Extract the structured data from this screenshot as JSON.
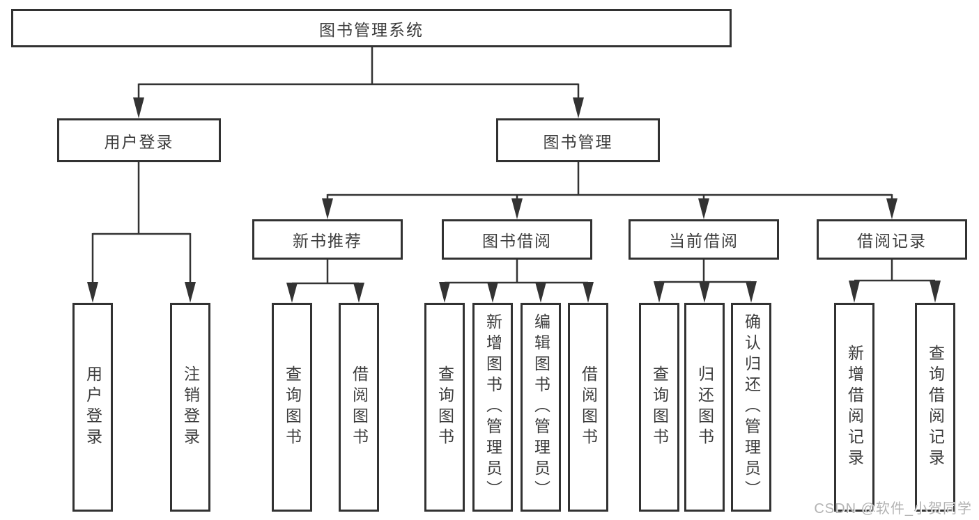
{
  "diagram": {
    "type": "hierarchy",
    "root": {
      "label": "图书管理系统"
    },
    "level2": [
      {
        "label": "用户登录"
      },
      {
        "label": "图书管理"
      }
    ],
    "level3": [
      {
        "label": "新书推荐",
        "parent": "图书管理"
      },
      {
        "label": "图书借阅",
        "parent": "图书管理"
      },
      {
        "label": "当前借阅",
        "parent": "图书管理"
      },
      {
        "label": "借阅记录",
        "parent": "图书管理"
      }
    ],
    "leaves": [
      {
        "label": "用户登录",
        "parent": "用户登录"
      },
      {
        "label": "注销登录",
        "parent": "用户登录"
      },
      {
        "label": "查询图书",
        "parent": "新书推荐"
      },
      {
        "label": "借阅图书",
        "parent": "新书推荐"
      },
      {
        "label": "查询图书",
        "parent": "图书借阅"
      },
      {
        "label": "新增图书（管理员）",
        "parent": "图书借阅"
      },
      {
        "label": "编辑图书（管理员）",
        "parent": "图书借阅"
      },
      {
        "label": "借阅图书",
        "parent": "图书借阅"
      },
      {
        "label": "查询图书",
        "parent": "当前借阅"
      },
      {
        "label": "归还图书",
        "parent": "当前借阅"
      },
      {
        "label": "确认归还（管理员）",
        "parent": "当前借阅"
      },
      {
        "label": "新增借阅记录",
        "parent": "借阅记录"
      },
      {
        "label": "查询借阅记录",
        "parent": "借阅记录"
      }
    ],
    "watermark": "CSDN @软件_小贺同学",
    "colors": {
      "line": "#333333",
      "border": "#323232",
      "text": "#3c3c3c",
      "background": "#ffffff",
      "watermark": "#b3b3b3"
    }
  }
}
